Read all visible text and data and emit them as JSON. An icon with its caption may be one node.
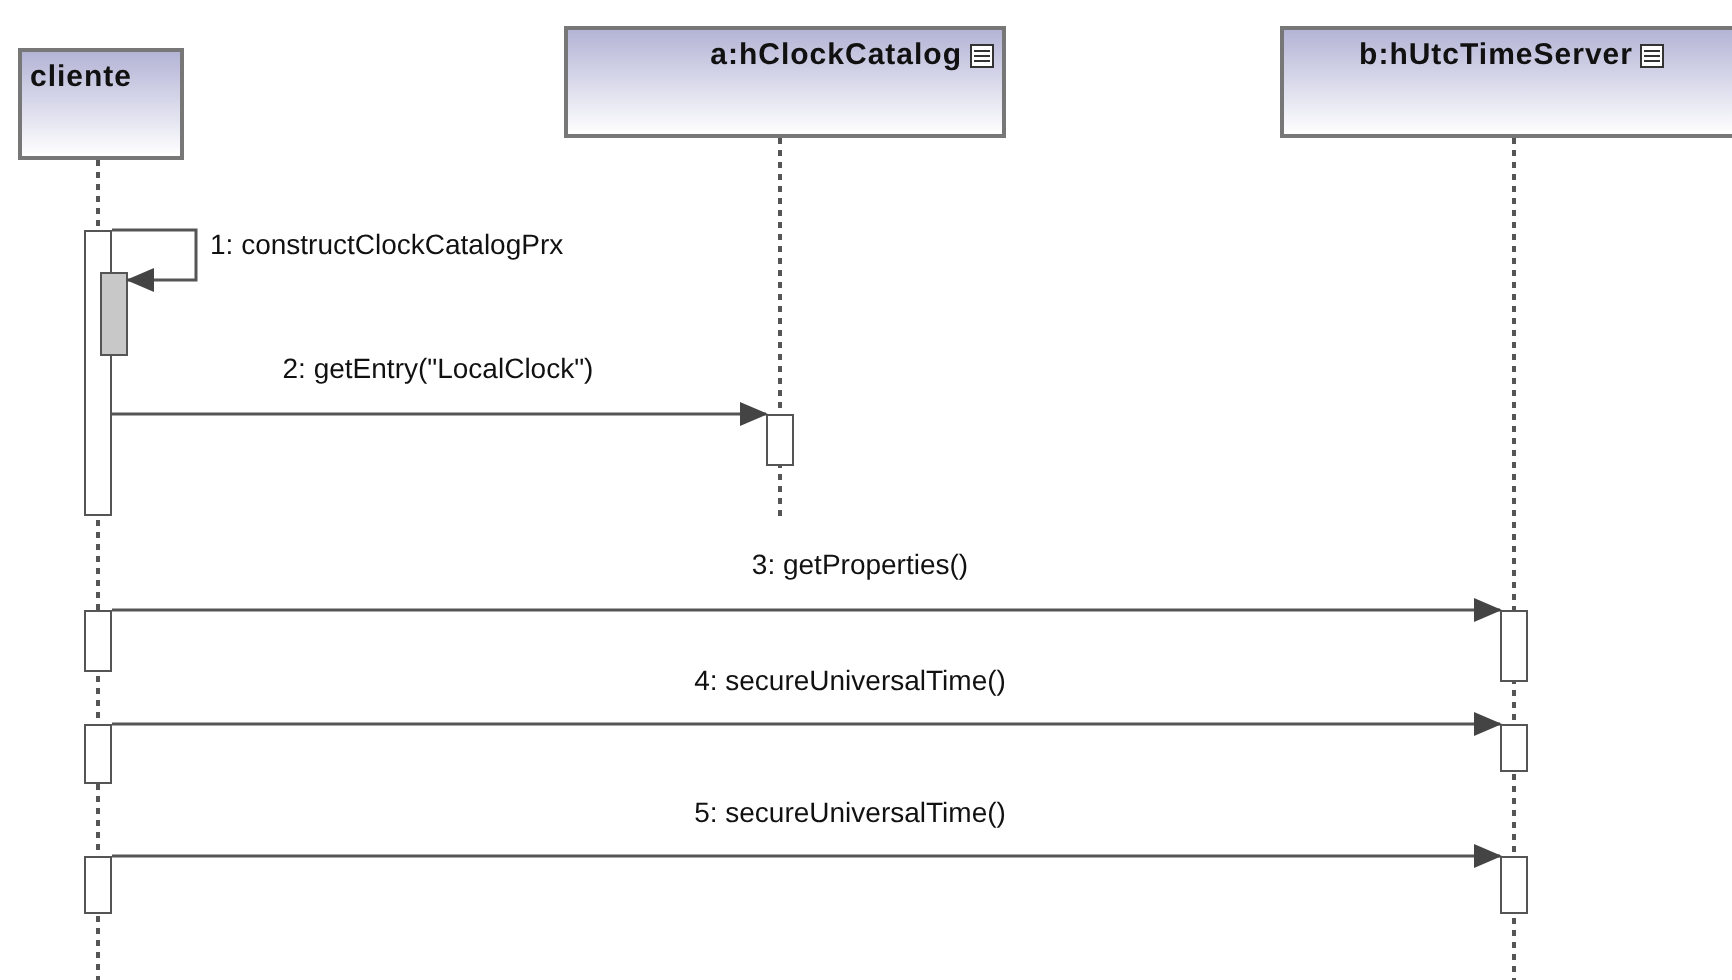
{
  "diagram": {
    "nodes": [
      {
        "text": [
          "cliente"
        ]
      },
      {
        "text": [
          "a:hClockCatalog"
        ]
      },
      {
        "text": [
          "b:hUtcTimeServer"
        ]
      },
      {
        "text": [],
        "shape": "bar"
      },
      {
        "text": [],
        "shape": "bar"
      },
      {
        "text": [],
        "shape": "bar"
      },
      {
        "text": [],
        "shape": "bar"
      },
      {
        "text": [],
        "shape": "bar"
      },
      {
        "text": [],
        "shape": "bar"
      },
      {
        "text": [],
        "shape": "bar"
      },
      {
        "text": [],
        "shape": "bar"
      },
      {
        "text": [],
        "shape": "bar"
      }
    ],
    "edges": [
      {
        "from": 3,
        "to": 4,
        "arrow": "to",
        "label": "1: constructClockCatalogPrx"
      },
      {
        "from": 3,
        "to": 5,
        "arrow": "to",
        "label": "2: getEntry(\"LocalClock\")"
      },
      {
        "from": 6,
        "to": 7,
        "arrow": "to",
        "label": "3: getProperties()"
      },
      {
        "from": 8,
        "to": 9,
        "arrow": "to",
        "label": "4: secureUniversalTime()"
      },
      {
        "from": 10,
        "to": 11,
        "arrow": "to",
        "label": "5: secureUniversalTime()"
      }
    ]
  }
}
